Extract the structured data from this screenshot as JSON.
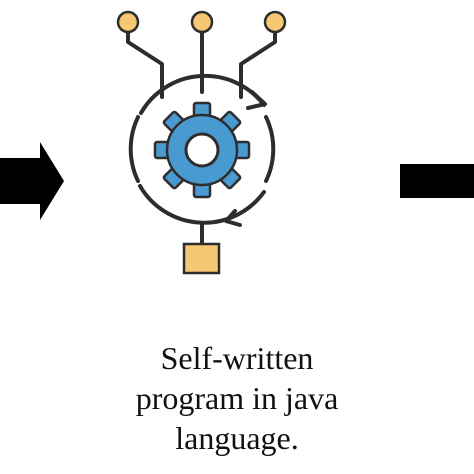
{
  "caption": {
    "line1": "Self-written",
    "line2": "program in java",
    "line3": "language."
  },
  "icons": {
    "left_arrow": "right-arrow-icon",
    "right_arrow": "block-arrow-icon",
    "program": "gear-program-icon",
    "gear": "gear-icon",
    "input_nodes": "circle-node-icon",
    "output_node": "square-node-icon"
  },
  "colors": {
    "arrow_fill": "#000000",
    "gear_fill": "#4a9ad2",
    "node_fill": "#f6c874",
    "line_color": "#2d2d2d",
    "text_color": "#111111"
  }
}
